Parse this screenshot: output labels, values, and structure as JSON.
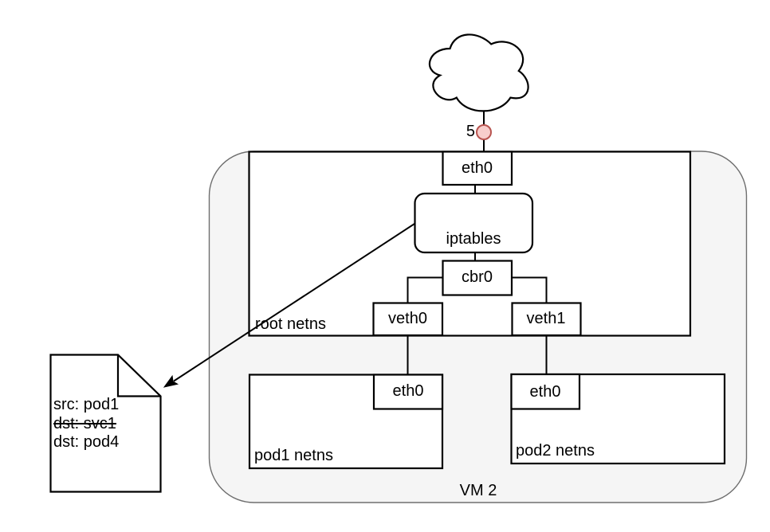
{
  "nodes": {
    "hop_badge": "5",
    "eth0_root": "eth0",
    "iptables": "iptables",
    "cbr0": "cbr0",
    "veth0": "veth0",
    "veth1": "veth1",
    "root_netns": "root netns",
    "pod1_eth0": "eth0",
    "pod1_netns": "pod1 netns",
    "pod2_eth0": "eth0",
    "pod2_netns": "pod2 netns",
    "vm": "VM 2"
  },
  "note": {
    "line1": "src: pod1",
    "line2": "dst: svc1",
    "line2_strikethrough": true,
    "line3": "dst: pod4"
  },
  "icons": {
    "cloud": "cloud-icon",
    "note": "folded-note-icon",
    "badge": "circle-badge"
  },
  "colors": {
    "box_fill": "#ffffff",
    "box_stroke": "#000000",
    "vm_fill": "#f5f5f5",
    "vm_stroke": "#6e6e6e",
    "badge_fill": "#f8cecc",
    "badge_stroke": "#b85450"
  }
}
